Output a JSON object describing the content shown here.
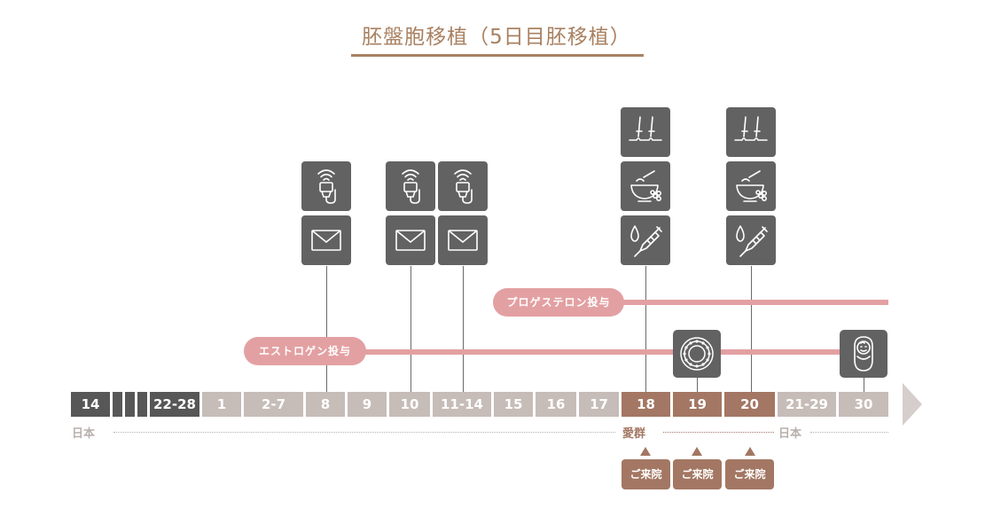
{
  "title": "胚盤胞移植（5日目胚移植）",
  "timeline": {
    "days": [
      "14",
      "",
      "",
      "22-28",
      "1",
      "2-7",
      "8",
      "9",
      "10",
      "11-14",
      "15",
      "16",
      "17",
      "18",
      "19",
      "20",
      "21-29",
      "30"
    ],
    "locations": {
      "japan_left": "日本",
      "aigun": "愛群",
      "japan_right": "日本"
    },
    "visit_label": "ご来院"
  },
  "bars": {
    "estrogen": "エストロゲン投与",
    "progesterone": "プロゲステロン投与"
  },
  "icons": {
    "ultrasound": "ultrasound-probe-icon",
    "mail": "envelope-icon",
    "needles": "acupuncture-needles-icon",
    "herbs": "mortar-herbs-icon",
    "injection": "drop-syringe-icon",
    "embryo": "blastocyst-icon",
    "baby": "baby-icon"
  },
  "colors": {
    "title": "#a98161",
    "dark_cell": "#575757",
    "light_cell": "#c6bcb8",
    "brown_cell": "#a37763",
    "bar_pink": "#e3a0a2",
    "icon_bg": "#626262"
  }
}
